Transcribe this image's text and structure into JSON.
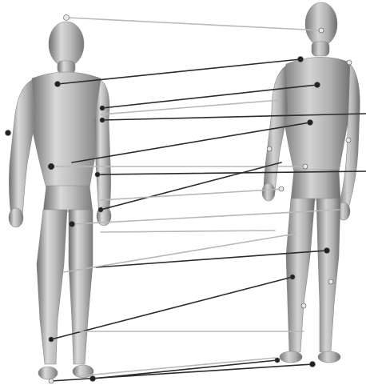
{
  "scene": {
    "description_visible_text": "",
    "figure_left": "human-body-mesh-front",
    "figure_right": "human-body-mesh-rotated",
    "colors": {
      "background": "#ffffff",
      "mesh_light": "#d9d9d9",
      "mesh_mid": "#a9a9a9",
      "mesh_dark": "#6f6f6f",
      "match_line_dark": "#2b2b2b",
      "match_line_light": "#b8b8b8",
      "point_dark": "#222222",
      "point_light": "#e6e6e6"
    },
    "correspondence_count": 19
  }
}
